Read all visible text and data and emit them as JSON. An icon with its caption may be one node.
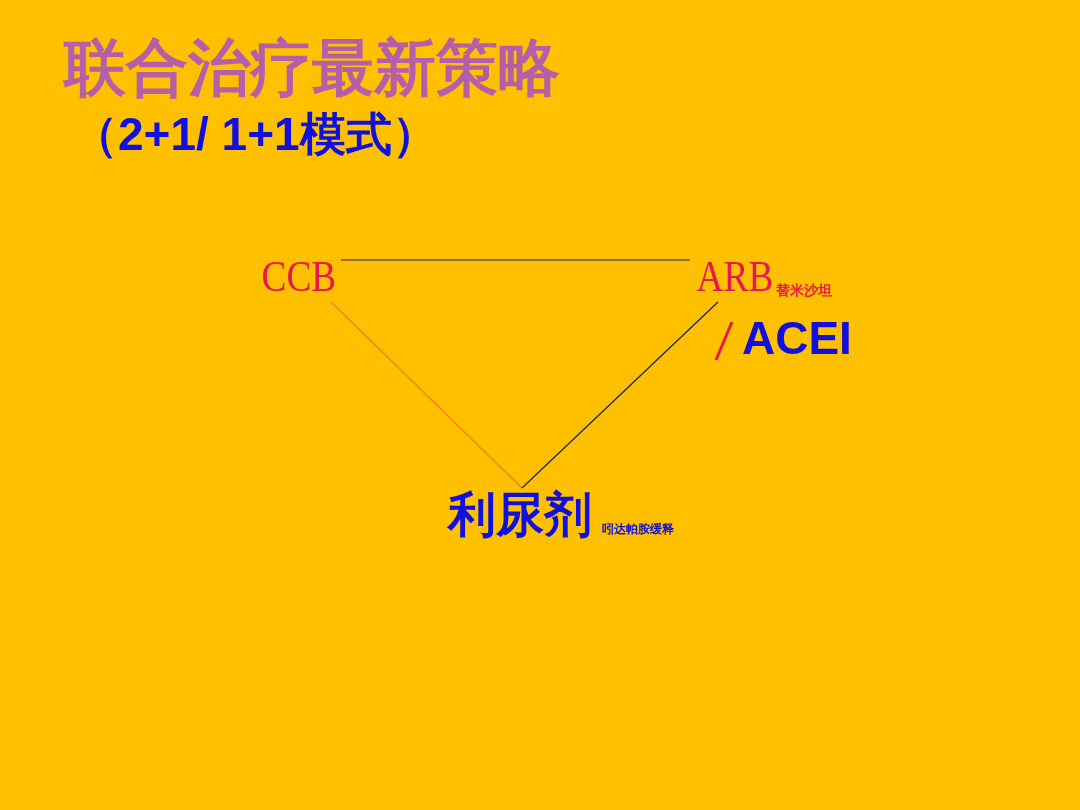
{
  "diagram": {
    "title": "联合治疗最新策略",
    "nodes": [
      {
        "text": [
          "CCB"
        ]
      },
      {
        "text": [
          "ARB"
        ],
        "beside": [
          "替米沙坦"
        ]
      },
      {
        "text": [
          "利尿剂"
        ],
        "beside": [
          "吲达帕胺缓释"
        ]
      }
    ],
    "edges": [
      {
        "from": 0,
        "to": 1,
        "arrow": "none"
      },
      {
        "from": 0,
        "to": 2,
        "arrow": "none",
        "color": "#f0792a"
      },
      {
        "from": 1,
        "to": 2,
        "arrow": "none"
      }
    ],
    "labels": [
      "（2+1/ 1+1模式）",
      "ACEI"
    ]
  }
}
